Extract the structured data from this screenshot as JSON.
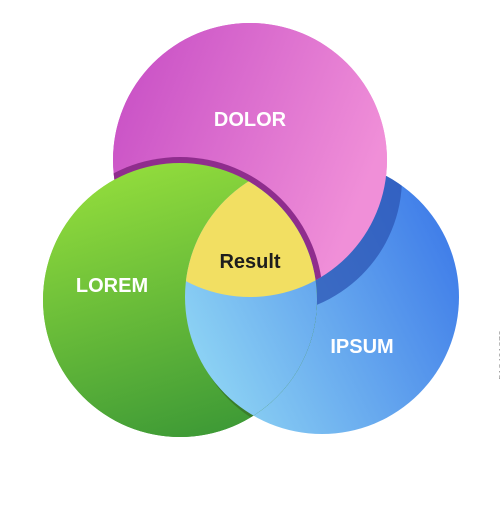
{
  "circles": {
    "dolor": {
      "label": "DOLOR",
      "gradient_start": "#c54bc4",
      "gradient_end": "#f08fd8",
      "shadow": "#8f2d8d"
    },
    "lorem": {
      "label": "LOREM",
      "gradient_start": "#93dd3c",
      "gradient_end": "#3e9a36",
      "shadow": "#3a7d2a"
    },
    "ipsum": {
      "label": "IPSUM",
      "gradient_start": "#8ed4f4",
      "gradient_end": "#3b78e8",
      "shadow": "#2c56b4"
    }
  },
  "center": {
    "label": "Result",
    "color": "#f2df62",
    "text_color": "#1d1d1d"
  },
  "label_color": "#ffffff",
  "side_id": "518401872"
}
